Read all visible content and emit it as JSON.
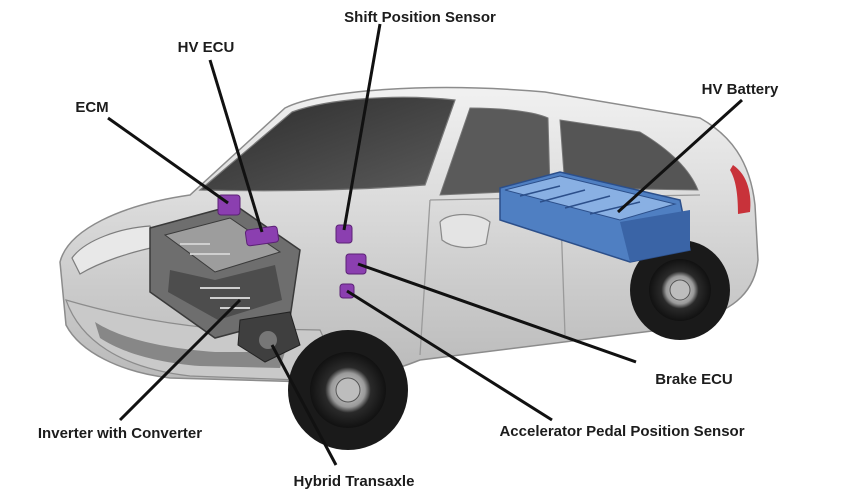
{
  "labels": {
    "shift_position_sensor": "Shift Position Sensor",
    "hv_ecu": "HV ECU",
    "ecm": "ECM",
    "hv_battery": "HV Battery",
    "brake_ecu": "Brake ECU",
    "accelerator_pedal_position_sensor": "Accelerator Pedal Position Sensor",
    "inverter_with_converter": "Inverter with Converter",
    "hybrid_transaxle": "Hybrid Transaxle"
  },
  "colors": {
    "component_purple": "#8b3fb0",
    "battery_blue": "#4f7fc2",
    "body_silver": "#d6d6d6",
    "leader_line": "#111111",
    "tail_light": "#c8323a"
  }
}
